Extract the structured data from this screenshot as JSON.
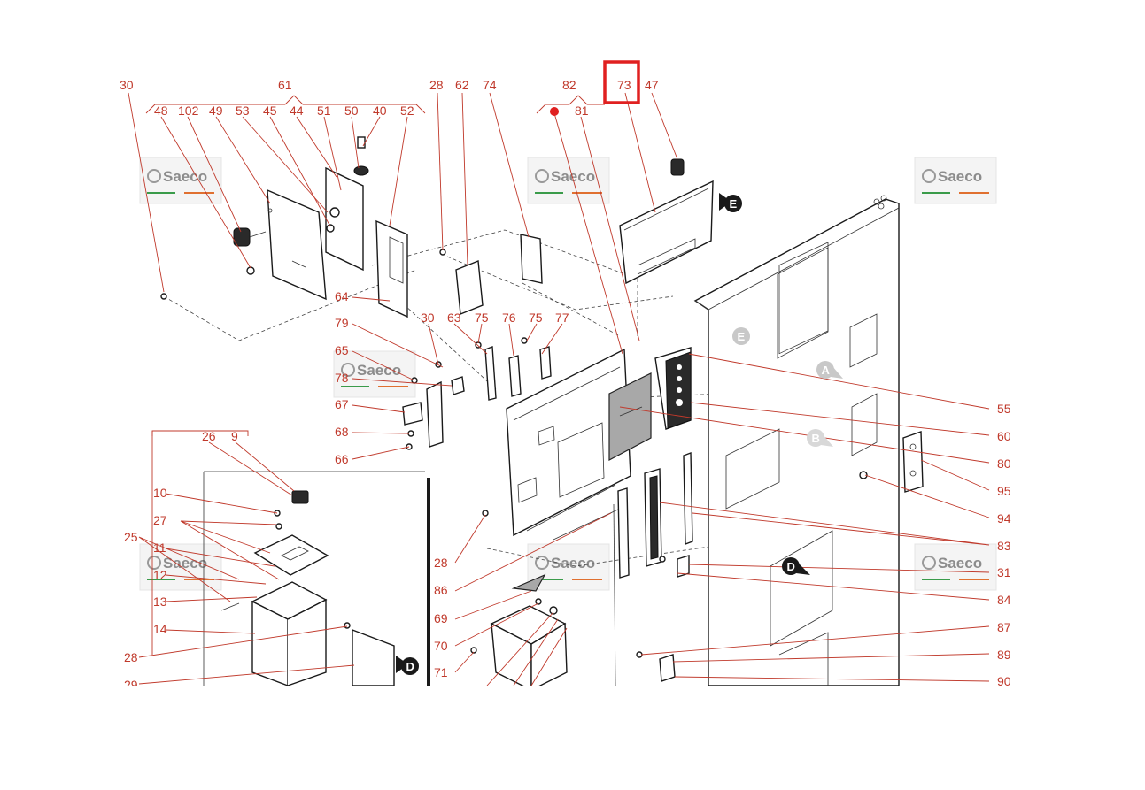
{
  "callouts": {
    "n30a": "30",
    "n61": "61",
    "n28a": "28",
    "n62": "62",
    "n74": "74",
    "n82": "82",
    "n73": "73",
    "n47": "47",
    "n48": "48",
    "n102": "102",
    "n49": "49",
    "n53": "53",
    "n45": "45",
    "n44": "44",
    "n51": "51",
    "n50": "50",
    "n40": "40",
    "n52": "52",
    "n81": "81",
    "n64": "64",
    "n79": "79",
    "n30b": "30",
    "n63": "63",
    "n75a": "75",
    "n76": "76",
    "n75b": "75",
    "n77": "77",
    "n65": "65",
    "n78": "78",
    "n67": "67",
    "n68": "68",
    "n66": "66",
    "n26": "26",
    "n9": "9",
    "n10": "10",
    "n27": "27",
    "n25": "25",
    "n11": "11",
    "n12": "12",
    "n13": "13",
    "n14": "14",
    "n28b": "28",
    "n29": "29",
    "n28c": "28",
    "n86": "86",
    "n69": "69",
    "n70": "70",
    "n71": "71",
    "n55": "55",
    "n60": "60",
    "n80": "80",
    "n95": "95",
    "n94": "94",
    "n83": "83",
    "n31": "31",
    "n84": "84",
    "n87": "87",
    "n89": "89",
    "n90": "90"
  },
  "watermark": {
    "text": "Saeco"
  },
  "letter_markers": {
    "A": "A",
    "B": "B",
    "D": "D",
    "E": "E"
  },
  "highlight": {
    "target_callout": "73",
    "color": "#e02020"
  },
  "colors": {
    "callout": "#c0392b",
    "line_art": "#1a1a1a",
    "background": "#ffffff"
  }
}
